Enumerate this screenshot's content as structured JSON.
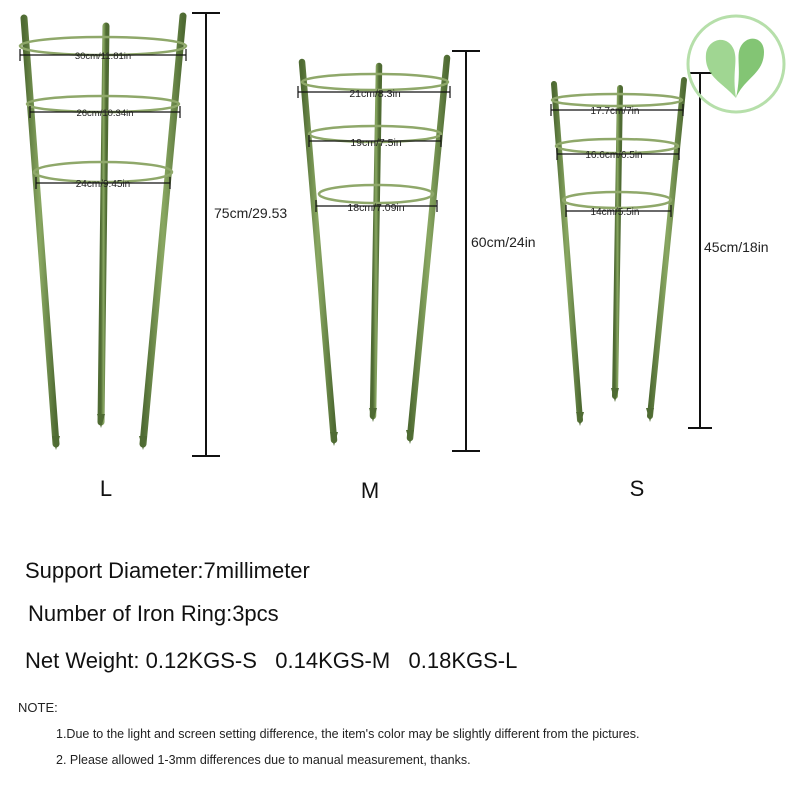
{
  "products": [
    {
      "size": "L",
      "height": "75cm/29.53",
      "rings": [
        "30cm/11.81in",
        "26cm/10.34in",
        "24cm/9.45in"
      ]
    },
    {
      "size": "M",
      "height": "60cm/24in",
      "rings": [
        "21cm/8.3in",
        "19cm/7.5in",
        "18cm/7.09in"
      ]
    },
    {
      "size": "S",
      "height": "45cm/18in",
      "rings": [
        "17.7cm/7in",
        "16.6cm/6.5in",
        "14cm/5.5in"
      ]
    }
  ],
  "specs": {
    "support_diameter": "Support Diameter:7millimeter",
    "iron_ring": "Number of Iron Ring:3pcs",
    "net_weight": "Net Weight: 0.12KGS-S   0.14KGS-M   0.18KGS-L"
  },
  "note": {
    "title": "NOTE:",
    "items": [
      "1.Due to the light and screen setting difference, the item's color may be slightly different from the pictures.",
      "2. Please allowed 1-3mm differences due to manual measurement, thanks."
    ]
  },
  "colors": {
    "stake": "#6f8f4a",
    "stake_dark": "#4f6b33",
    "ring": "#8fa86a",
    "logo": "#7cc46b"
  },
  "logo_icon": "leaf-logo-icon"
}
